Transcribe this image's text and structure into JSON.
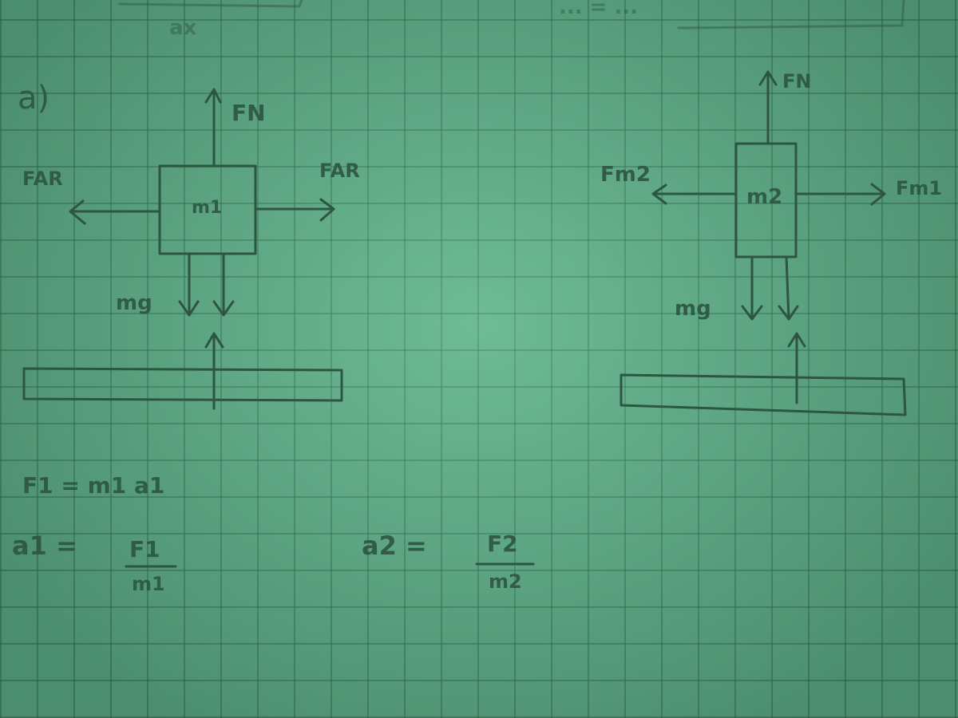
{
  "header_fragments": {
    "left": "ax",
    "right": "... = ..."
  },
  "part_label": "a)",
  "block1": {
    "mass": "m1",
    "up_force": "FN",
    "left_force": "FAR",
    "right_force": "FAR",
    "weight": "mg"
  },
  "block2": {
    "mass": "m2",
    "up_force": "FN",
    "left_force": "Fm2",
    "right_force": "Fm1",
    "weight": "mg"
  },
  "equations": {
    "eq1": "F1 = m1 a1",
    "eq2_lhs": "a1 =",
    "eq2_num": "F1",
    "eq2_den": "m1",
    "eq3_lhs": "a2 =",
    "eq3_num": "F2",
    "eq3_den": "m2"
  },
  "colors": {
    "paper": "#5ea987",
    "ink": "#2c5542"
  }
}
